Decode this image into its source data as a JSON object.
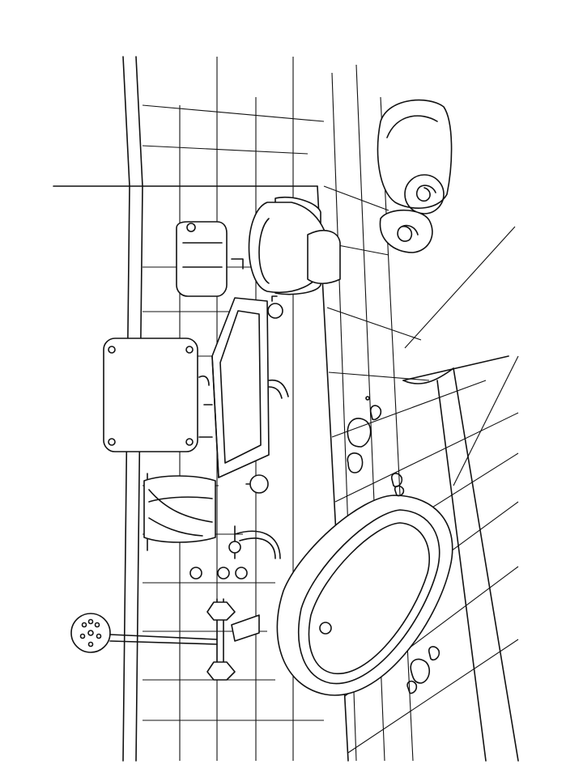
{
  "colors": {
    "line": "#111111",
    "paper": "#ffffff"
  },
  "objects": [
    "back-wall-tiles",
    "floor-tiles",
    "bath-rug",
    "toilet",
    "bathroom-sink",
    "wall-mirror",
    "wall-cabinet",
    "towel-rack",
    "bathtub",
    "bath-faucet",
    "shower-head",
    "rolled-towels",
    "soap-dispenser",
    "water-puddles"
  ]
}
